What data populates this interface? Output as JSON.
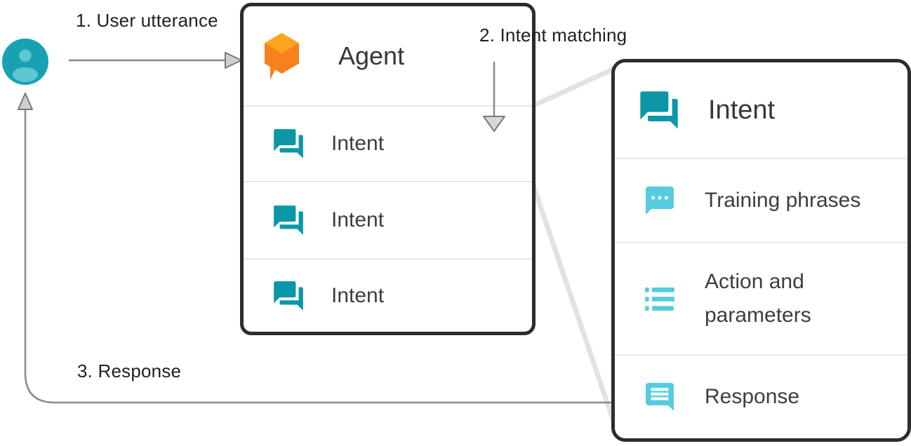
{
  "steps": {
    "utterance": "1. User utterance",
    "matching": "2. Intent matching",
    "response": "3. Response"
  },
  "agent_card": {
    "title": "Agent",
    "rows": [
      {
        "icon": "intent-chat-icon",
        "label": "Intent"
      },
      {
        "icon": "intent-chat-icon",
        "label": "Intent"
      },
      {
        "icon": "intent-chat-icon",
        "label": "Intent"
      }
    ]
  },
  "intent_card": {
    "title": "Intent",
    "title_icon": "intent-chat-icon",
    "rows": [
      {
        "icon": "training-phrases-chat-dots-icon",
        "label": "Training phrases"
      },
      {
        "icon": "action-parameters-list-icon",
        "label": "Action and parameters"
      },
      {
        "icon": "response-chat-lines-icon",
        "label": "Response"
      }
    ]
  },
  "icons": {
    "user": "user-avatar-icon",
    "agent": "dialogflow-cube-icon",
    "intent": "intent-chat-icon",
    "training_phrases": "training-phrases-chat-dots-icon",
    "action_parameters": "action-parameters-list-icon",
    "response": "response-chat-lines-icon",
    "arrows": [
      "user-utterance-arrow",
      "intent-matching-arrow",
      "response-arrow"
    ]
  },
  "colors": {
    "avatar_teal": "#17a2b2",
    "avatar_teal_light": "#5fc6d3",
    "intent_teal": "#0b97a6",
    "detail_cyan": "#55cbdf",
    "agent_orange": "#f5821f",
    "agent_orange_light": "#ffa41c",
    "card_border": "#2d2d2d",
    "connector_gray": "#8a8a8a",
    "expand_line_gray": "#e2e2e2",
    "divider_gray": "#e7e7e7",
    "label_text": "#202124",
    "card_text": "#3a3e43"
  }
}
